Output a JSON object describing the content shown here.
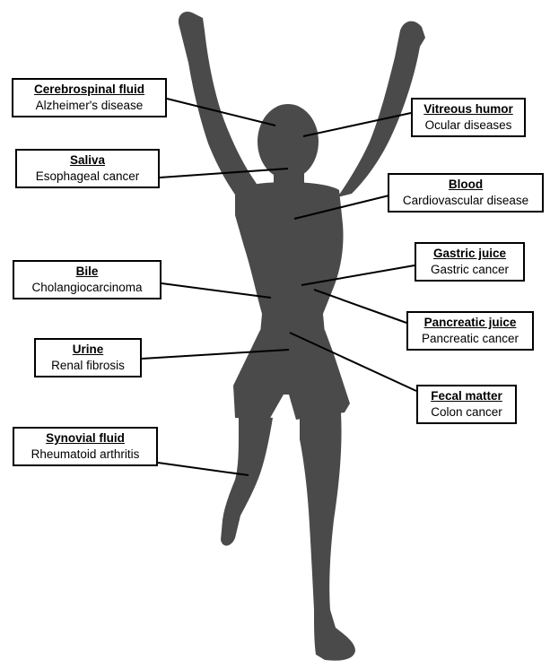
{
  "colors": {
    "silhouette": "#4a4a4a",
    "line": "#000000",
    "box_border": "#000000",
    "box_fill": "#ffffff"
  },
  "labels": [
    {
      "fluid": "Cerebrospinal fluid",
      "disease": "Alzheimer's disease"
    },
    {
      "fluid": "Vitreous humor",
      "disease": "Ocular diseases"
    },
    {
      "fluid": "Saliva",
      "disease": "Esophageal cancer"
    },
    {
      "fluid": "Blood",
      "disease": "Cardiovascular disease"
    },
    {
      "fluid": "Gastric juice",
      "disease": "Gastric cancer"
    },
    {
      "fluid": "Bile",
      "disease": "Cholangiocarcinoma"
    },
    {
      "fluid": "Pancreatic juice",
      "disease": "Pancreatic cancer"
    },
    {
      "fluid": "Urine",
      "disease": "Renal fibrosis"
    },
    {
      "fluid": "Fecal matter",
      "disease": "Colon cancer"
    },
    {
      "fluid": "Synovial fluid",
      "disease": "Rheumatoid arthritis"
    }
  ]
}
